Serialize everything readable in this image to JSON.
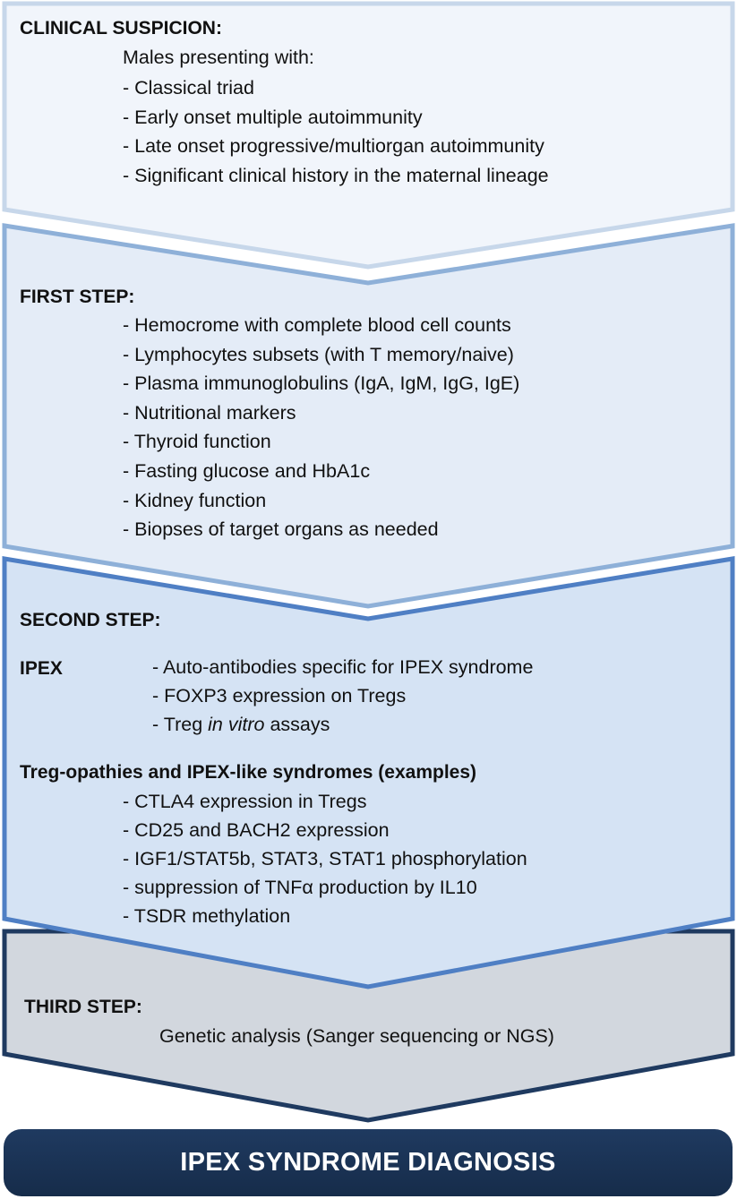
{
  "colors": {
    "stage1_fill": "#f1f5fb",
    "stage1_stroke": "#c7d7ea",
    "stage2_fill": "#e4ecf7",
    "stage2_stroke": "#8eb0d8",
    "stage3_fill": "#d5e3f4",
    "stage3_stroke": "#4f7fc4",
    "stage4_fill": "#d2d7de",
    "stage4_stroke": "#1f3a60",
    "banner_fill": "#1f3a60"
  },
  "clinical_suspicion": {
    "heading": "CLINICAL SUSPICION:",
    "intro": "Males presenting with:",
    "items": [
      "- Classical triad",
      "- Early onset  multiple autoimmunity",
      "- Late onset progressive/multiorgan autoimmunity",
      "- Significant clinical history in the maternal lineage"
    ]
  },
  "first_step": {
    "heading": "FIRST STEP:",
    "items": [
      "- Hemocrome with complete blood cell counts",
      "- Lymphocytes subsets  (with T memory/naive)",
      "- Plasma immunoglobulins (IgA, IgM, IgG, IgE)",
      "- Nutritional markers",
      "- Thyroid function",
      "- Fasting glucose and HbA1c",
      "- Kidney function",
      "- Biopses of target organs as needed"
    ]
  },
  "second_step": {
    "heading": "SECOND STEP:",
    "ipex_label": "IPEX",
    "ipex_items": [
      "- Auto-antibodies specific for IPEX syndrome",
      "- FOXP3 expression on Tregs"
    ],
    "ipex_last": {
      "prefix": "- Treg ",
      "italic": "in vitro",
      "suffix": " assays"
    },
    "treg_label": "Treg-opathies and IPEX-like syndromes (examples)",
    "treg_items": [
      "- CTLA4 expression in Tregs",
      "- CD25 and BACH2 expression",
      "- IGF1/STAT5b,  STAT3,  STAT1 phosphorylation",
      "- suppression of TNFα production by IL10",
      "- TSDR methylation"
    ]
  },
  "third_step": {
    "heading": "THIRD STEP:",
    "text": "Genetic analysis (Sanger  sequencing or NGS)"
  },
  "diagnosis": {
    "label": "IPEX SYNDROME DIAGNOSIS"
  }
}
